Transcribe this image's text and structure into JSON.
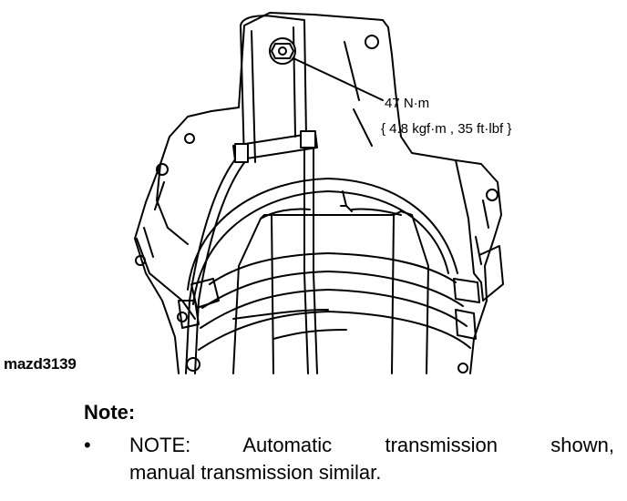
{
  "figure": {
    "id_label": "mazd3139",
    "torque_callout": {
      "value": "47 N·m",
      "alt_units": "{ 4.8 kgf·m , 35 ft·lbf }"
    }
  },
  "note": {
    "heading": "Note:",
    "bullet": "•",
    "text_line_1": "NOTE: Automatic transmission shown,",
    "text_line_2": "manual transmission similar."
  }
}
